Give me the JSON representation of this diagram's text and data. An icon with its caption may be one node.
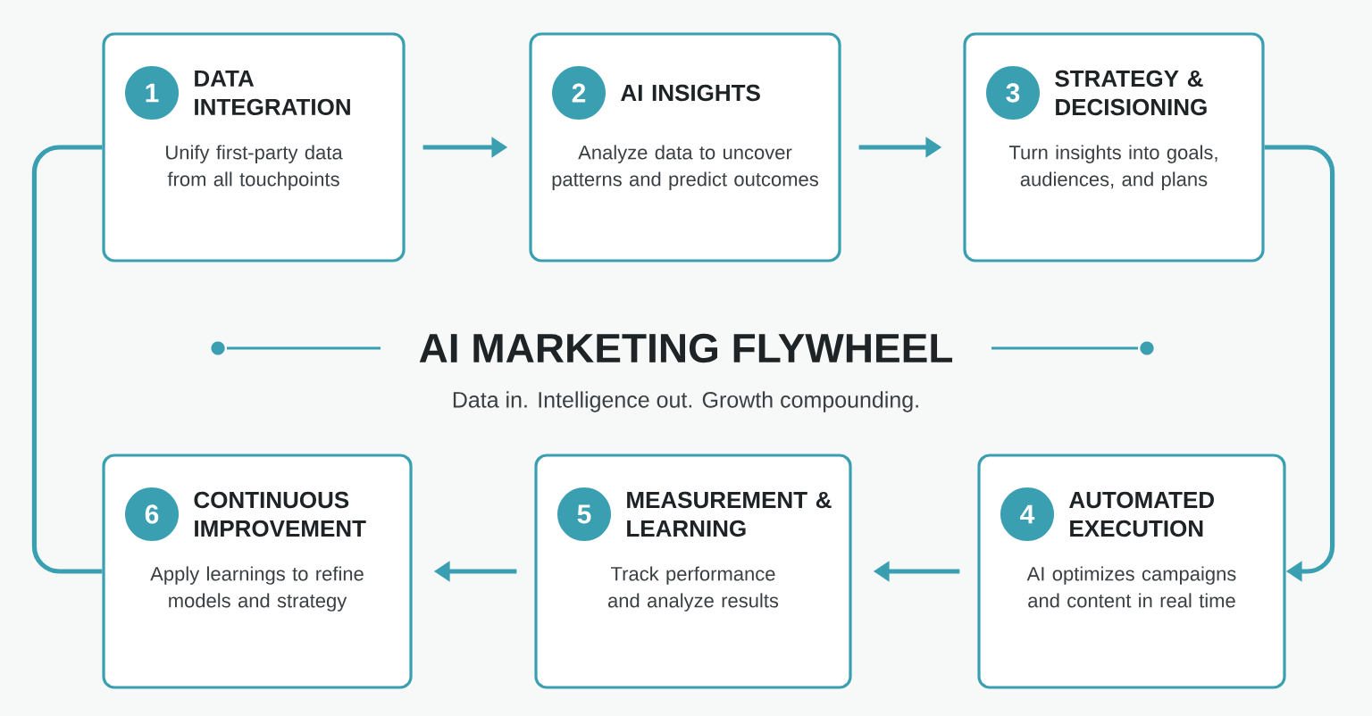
{
  "diagram": {
    "title": "AI MARKETING FLYWHEEL",
    "caption": "Data in. Intelligence out. Growth compounding.",
    "nodes": [
      {
        "text": [
          "1",
          "DATA INTEGRATION",
          "Unify first-party data from all touchpoints"
        ]
      },
      {
        "text": [
          "2",
          "AI INSIGHTS",
          "Analyze data to uncover patterns and predict outcomes"
        ]
      },
      {
        "text": [
          "3",
          "STRATEGY & DECISIONING",
          "Turn insights into goals, audiences, and plans"
        ]
      },
      {
        "text": [
          "4",
          "AUTOMATED EXECUTION",
          "AI optimizes campaigns and content in real time"
        ]
      },
      {
        "text": [
          "5",
          "MEASUREMENT & LEARNING",
          "Track performance and analyze results"
        ]
      },
      {
        "text": [
          "6",
          "CONTINUOUS IMPROVEMENT",
          "Apply learnings to refine models and strategy"
        ]
      }
    ],
    "edges": [
      {
        "from": 0,
        "to": 1,
        "arrow": "to"
      },
      {
        "from": 1,
        "to": 2,
        "arrow": "to"
      },
      {
        "from": 2,
        "to": 3,
        "arrow": "to"
      },
      {
        "from": 3,
        "to": 4,
        "arrow": "to"
      },
      {
        "from": 4,
        "to": 5,
        "arrow": "to"
      },
      {
        "from": 5,
        "to": 0,
        "arrow": "none"
      }
    ]
  }
}
